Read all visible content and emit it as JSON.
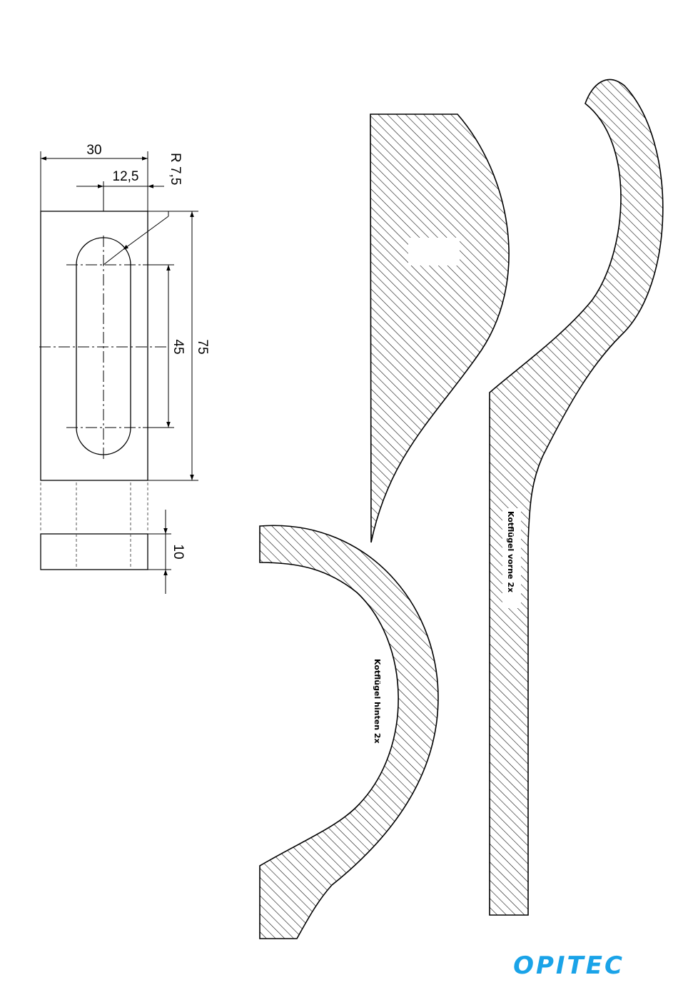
{
  "drawing": {
    "dimensions": {
      "width": "30",
      "offset": "12,5",
      "radius": "R 7,5",
      "slot_length": "45",
      "height": "75",
      "thickness": "10"
    }
  },
  "parts": {
    "front_fender_label": "Kotflügel vorne 2x",
    "rear_fender_label": "Kotflügel hinten 2x"
  },
  "brand": {
    "logo": "OPITEC",
    "color": "#1aa3e8"
  },
  "colors": {
    "line": "#000000",
    "background": "#ffffff"
  }
}
